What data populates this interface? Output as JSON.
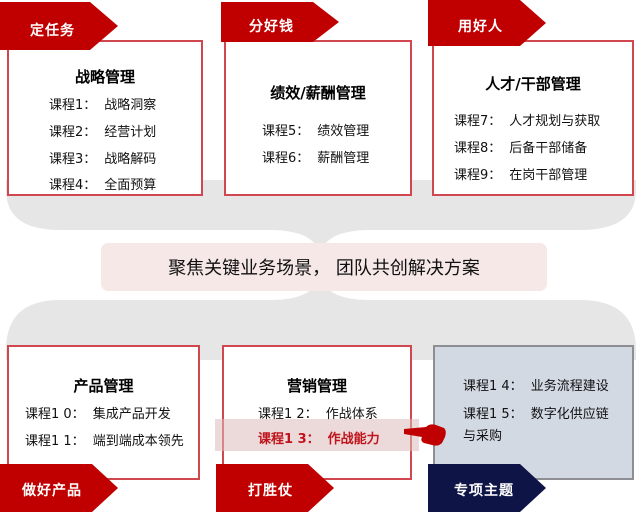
{
  "colors": {
    "accent_red": "#c00000",
    "card_border": "#d0474f",
    "navy": "#0f1447",
    "special_bg": "#d3d9e3",
    "center_bg": "#f5e8e6",
    "brace_gray": "#e6e6e6"
  },
  "top_cards": [
    {
      "tag": "定任务",
      "title": "战略管理",
      "courses": [
        {
          "num": "课程1：",
          "name": "战略洞察"
        },
        {
          "num": "课程2：",
          "name": "经营计划"
        },
        {
          "num": "课程3：",
          "name": "战略解码"
        },
        {
          "num": "课程4：",
          "name": "全面预算"
        }
      ]
    },
    {
      "tag": "分好钱",
      "title": "绩效/薪酬管理",
      "courses": [
        {
          "num": "课程5：",
          "name": "绩效管理"
        },
        {
          "num": "课程6：",
          "name": "薪酬管理"
        }
      ]
    },
    {
      "tag": "用好人",
      "title": "人才/干部管理",
      "courses": [
        {
          "num": "课程7：",
          "name": "人才规划与获取"
        },
        {
          "num": "课程8：",
          "name": "后备干部储备"
        },
        {
          "num": "课程9：",
          "name": "在岗干部管理"
        }
      ]
    }
  ],
  "center_text": "聚焦关键业务场景， 团队共创解决方案",
  "bottom_cards": [
    {
      "tag": "做好产品",
      "title": "产品管理",
      "courses": [
        {
          "num": "课程1 0：",
          "name": "集成产品开发"
        },
        {
          "num": "课程1 1：",
          "name": "端到端成本领先"
        }
      ]
    },
    {
      "tag": "打胜仗",
      "title": "营销管理",
      "courses": [
        {
          "num": "课程1 2：",
          "name": "作战体系"
        },
        {
          "num": "课程1 3：",
          "name": "作战能力",
          "highlighted": true
        }
      ]
    },
    {
      "tag": "专项主题",
      "title": "",
      "courses": [
        {
          "num": "课程1 4：",
          "name": "业务流程建设"
        },
        {
          "num": "课程1 5：",
          "name": "数字化供应链"
        },
        {
          "num": "",
          "name": "与采购"
        }
      ]
    }
  ],
  "icons": {
    "pointer": "pointing-hand-icon"
  }
}
